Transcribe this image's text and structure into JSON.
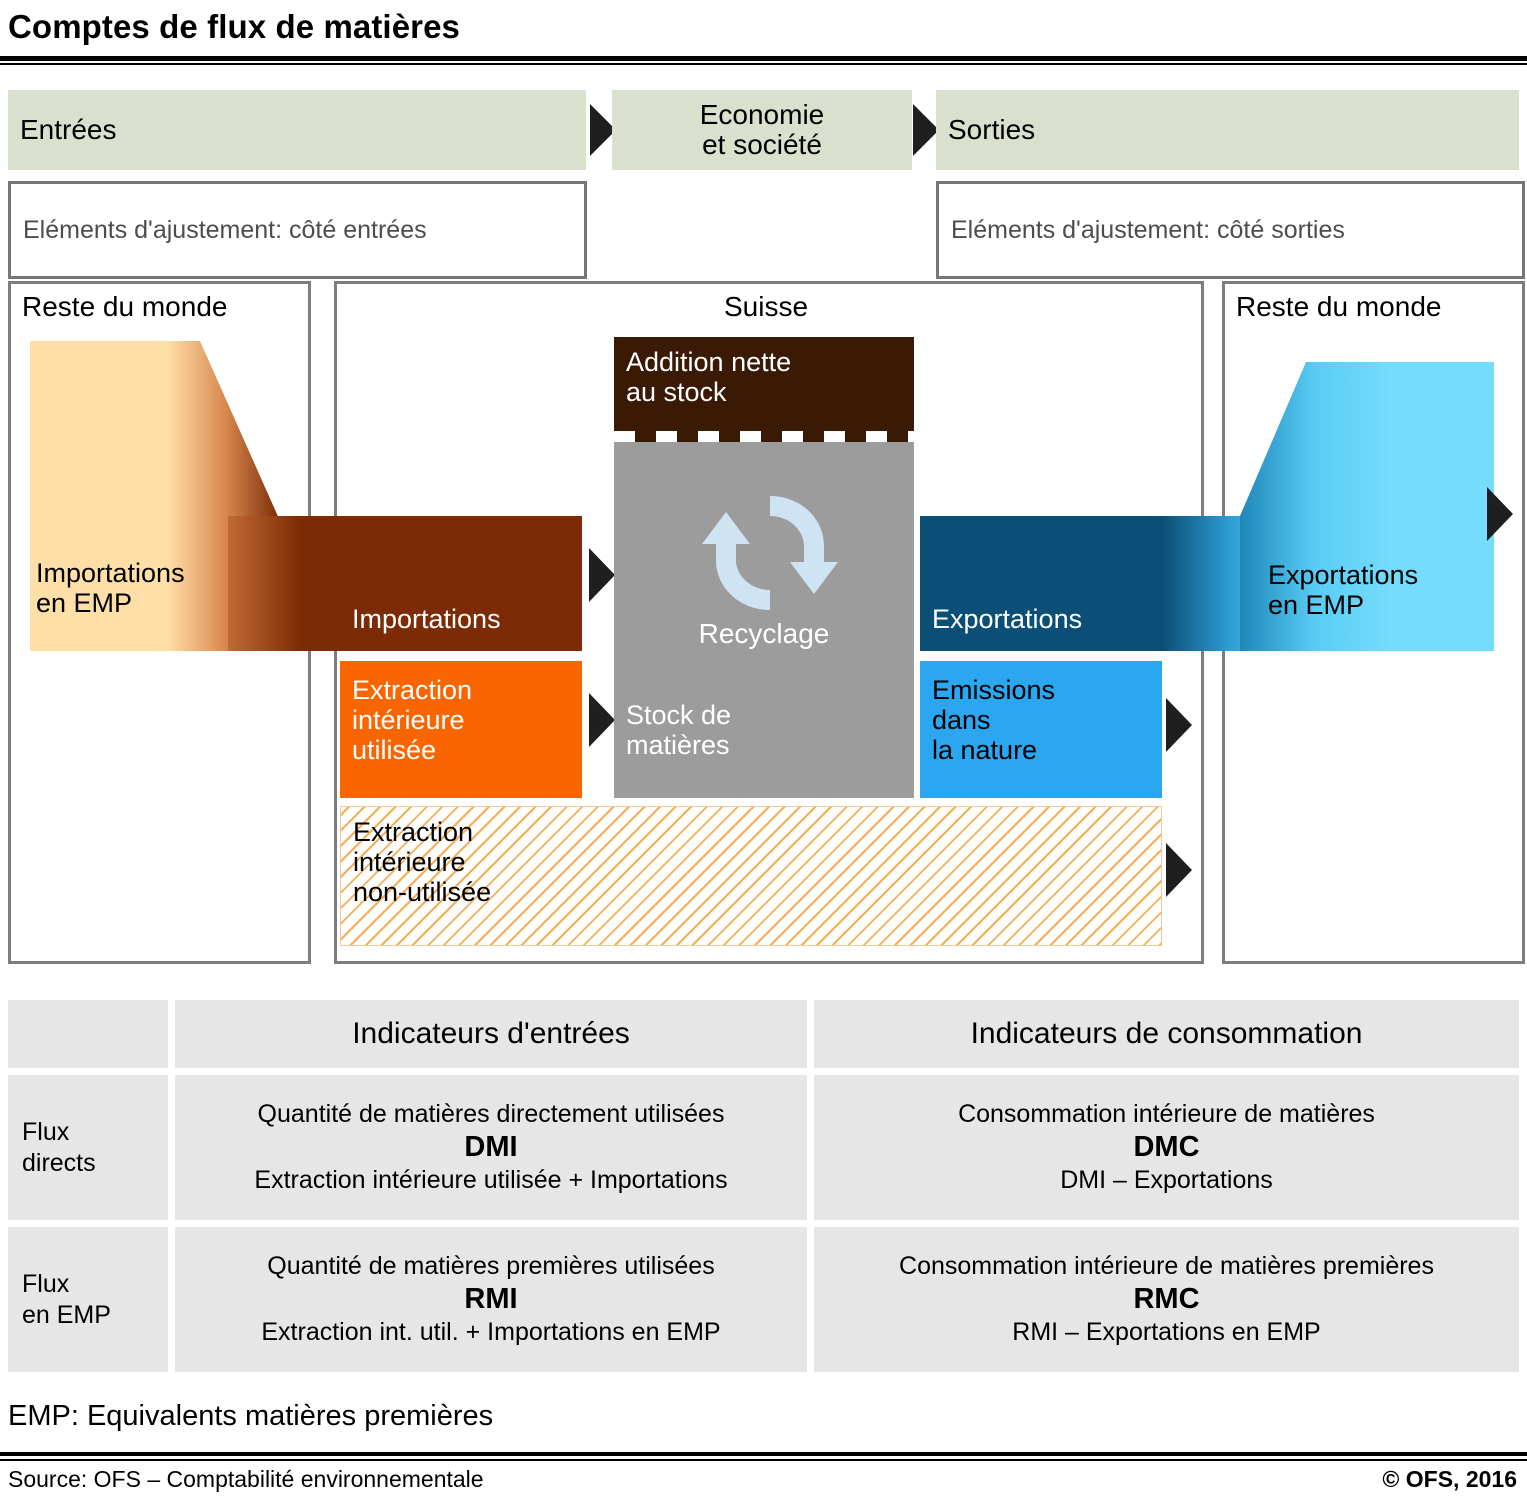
{
  "title": "Comptes de flux de matières",
  "header": {
    "entrees": "Entrées",
    "economie": "Economie\net société",
    "economie_line1": "Economie",
    "economie_line2": "et société",
    "sorties": "Sorties",
    "adj_in": "Eléments d'ajustement: côté entrées",
    "adj_out": "Eléments d'ajustement: côté sorties"
  },
  "panels": {
    "rest_world_left": "Reste du monde",
    "suisse": "Suisse",
    "rest_world_right": "Reste du monde"
  },
  "flows": {
    "imports_emp_line1": "Importations",
    "imports_emp_line2": "en EMP",
    "imports": "Importations",
    "extraction_used_line1": "Extraction",
    "extraction_used_line2": "intérieure",
    "extraction_used_line3": "utilisée",
    "extraction_unused_line1": "Extraction",
    "extraction_unused_line2": "intérieure",
    "extraction_unused_line3": "non-utilisée",
    "net_stock_line1": "Addition nette",
    "net_stock_line2": "au stock",
    "recycling": "Recyclage",
    "stock_line1": "Stock de",
    "stock_line2": "matières",
    "exports": "Exportations",
    "emissions_line1": "Emissions",
    "emissions_line2": "dans",
    "emissions_line3": "la nature",
    "exports_emp_line1": "Exportations",
    "exports_emp_line2": "en EMP"
  },
  "table": {
    "col_header_inputs": "Indicateurs d'entrées",
    "col_header_consumption": "Indicateurs de consommation",
    "row1_label_line1": "Flux",
    "row1_label_line2": "directs",
    "row2_label_line1": "Flux",
    "row2_label_line2": "en EMP",
    "dmi_title": "Quantité de matières directement utilisées",
    "dmi_code": "DMI",
    "dmi_formula": "Extraction intérieure utilisée + Importations",
    "dmc_title": "Consommation intérieure de matières",
    "dmc_code": "DMC",
    "dmc_formula": "DMI – Exportations",
    "rmi_title": "Quantité de matières premières utilisées",
    "rmi_code": "RMI",
    "rmi_formula": "Extraction int. util. + Importations en EMP",
    "rmc_title": "Consommation intérieure de matières premières",
    "rmc_code": "RMC",
    "rmc_formula": "RMI – Exportations en EMP"
  },
  "footer": {
    "emp_note": "EMP: Equivalents matières premières",
    "source": "Source: OFS – Comptabilité environnementale",
    "copyright": "© OFS, 2016"
  },
  "colors": {
    "green_header": "#d9e0cd",
    "imports_emp": "#ffdfa8",
    "imports": "#7c2b06",
    "extraction_used": "#f96500",
    "extraction_unused_hatch": "#f6a03c",
    "stock": "#9c9c9c",
    "net_stock": "#3a1a05",
    "exports": "#0b4f76",
    "emissions": "#2ba6f0",
    "exports_emp": "#76dcfb",
    "recycle_icon": "#cfe4f2",
    "table_cell": "#e6e6e6",
    "arrow": "#1f1f1f"
  }
}
